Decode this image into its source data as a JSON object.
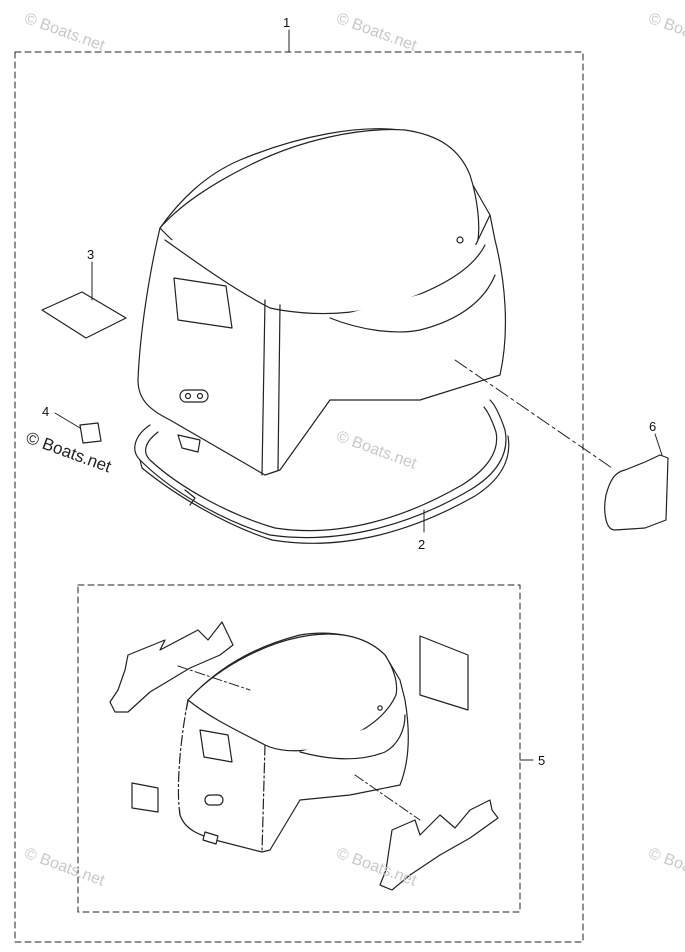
{
  "callouts": {
    "c1": "1",
    "c2": "2",
    "c3": "3",
    "c4": "4",
    "c5": "5",
    "c6": "6"
  },
  "watermark": {
    "text": "© Boats.net"
  },
  "colors": {
    "line": "#222222",
    "fill": "#ffffff",
    "watermark": "#c8c8c8"
  }
}
